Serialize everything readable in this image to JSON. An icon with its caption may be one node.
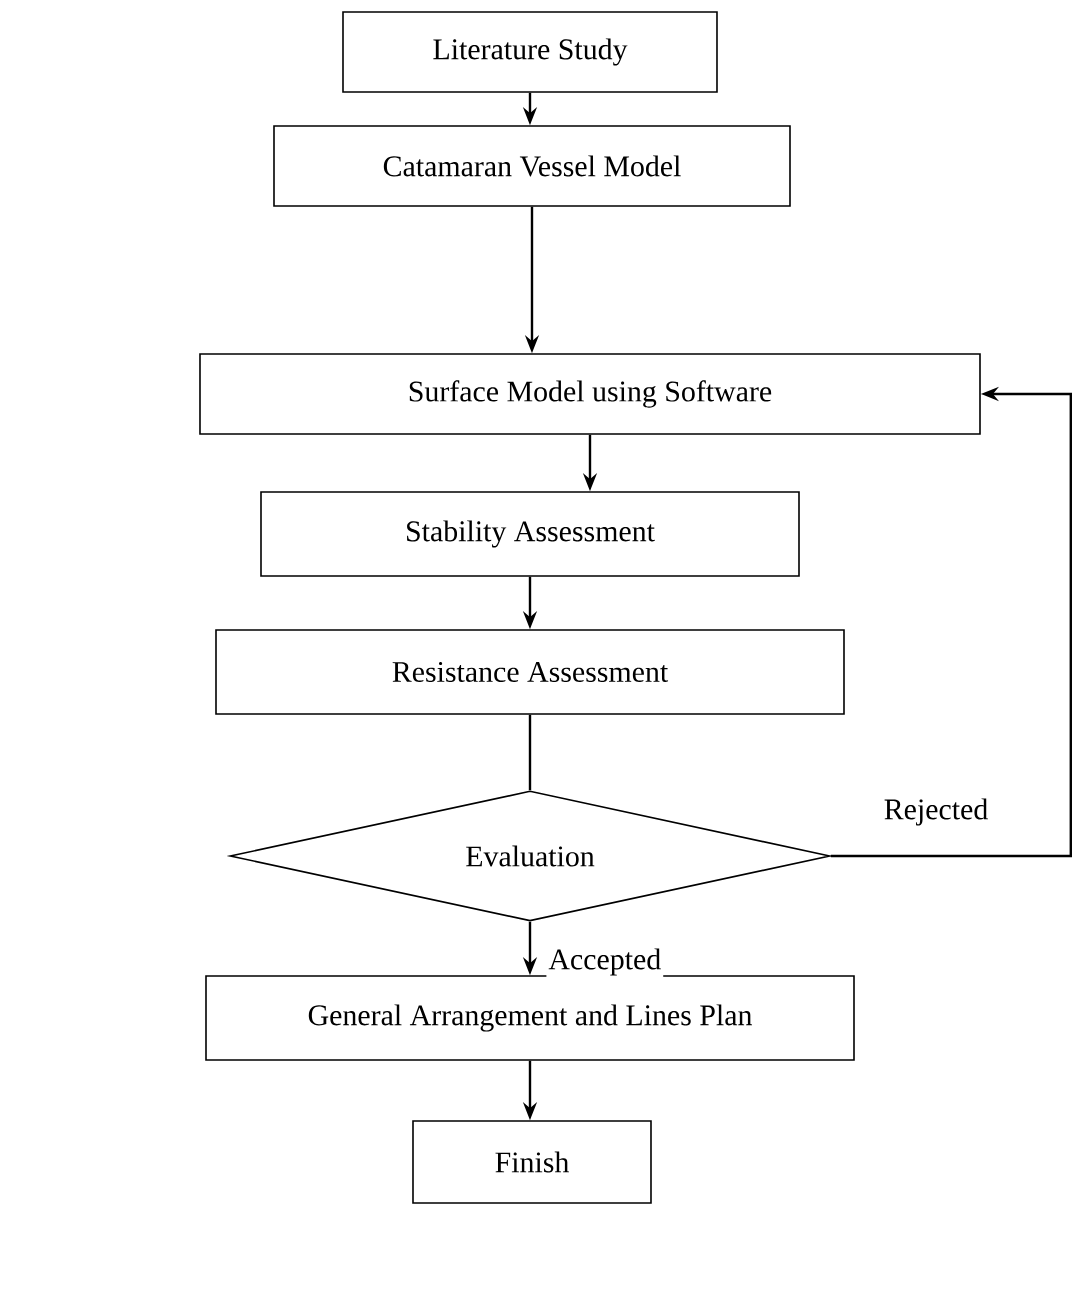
{
  "diagram": {
    "nodes": [
      {
        "text": [
          "Literature Study"
        ]
      },
      {
        "text": [
          "Catamaran Vessel Model"
        ]
      },
      {
        "text": [
          "Surface Model using Software"
        ]
      },
      {
        "text": [
          "Stability Assessment"
        ]
      },
      {
        "text": [
          "Resistance Assessment"
        ]
      },
      {
        "text": [
          "Evaluation"
        ]
      },
      {
        "text": [
          "General Arrangement and Lines Plan"
        ]
      },
      {
        "text": [
          "Finish"
        ]
      }
    ],
    "edges": [
      {
        "from": 0,
        "to": 1,
        "arrow": "to"
      },
      {
        "from": 1,
        "to": 2,
        "arrow": "to"
      },
      {
        "from": 2,
        "to": 3,
        "arrow": "to"
      },
      {
        "from": 3,
        "to": 4,
        "arrow": "to"
      },
      {
        "from": 4,
        "to": 5,
        "arrow": "none"
      },
      {
        "from": 5,
        "to": 6,
        "arrow": "to",
        "label": "Accepted"
      },
      {
        "from": 6,
        "to": 7,
        "arrow": "to"
      },
      {
        "from": 5,
        "to": 2,
        "arrow": "to",
        "label": "Rejected"
      }
    ]
  }
}
